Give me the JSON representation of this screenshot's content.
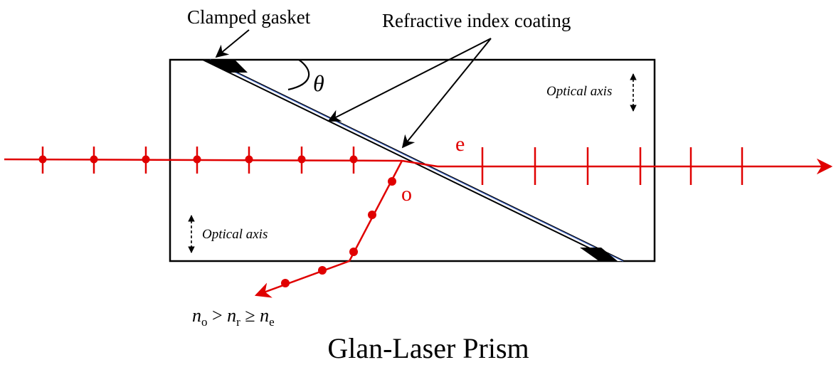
{
  "labels": {
    "clamped_gasket": "Clamped gasket",
    "coating": "Refractive index coating",
    "theta": "θ",
    "optical_axis_right": "Optical axis",
    "optical_axis_left": "Optical axis",
    "e_ray": "e",
    "o_ray": "o",
    "title": "Glan-Laser Prism"
  },
  "relation": {
    "n": "n",
    "sub_o": "o",
    "gt": " > ",
    "sub_r": "r",
    "ge": " ≥ ",
    "sub_e": "e"
  },
  "colors": {
    "ray": "#e00000",
    "coating": "#4a6fd0",
    "outline": "#000000"
  }
}
